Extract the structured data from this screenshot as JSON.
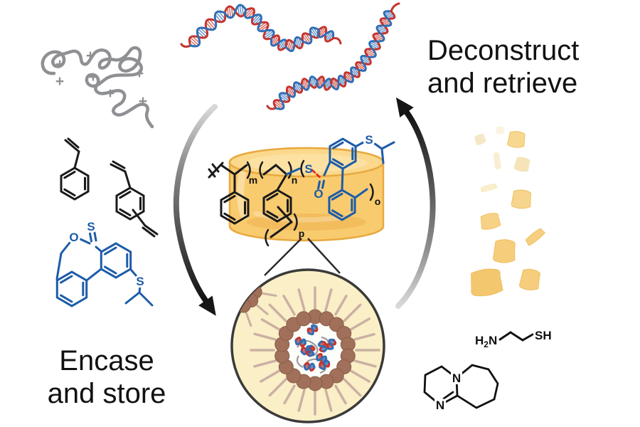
{
  "labels": {
    "encase_line1": "Encase",
    "encase_line2": "and store",
    "deconstruct_line1": "Deconstruct",
    "deconstruct_line2": "and retrieve"
  },
  "polymer": {
    "m": "m",
    "n": "n",
    "o": "o",
    "p": "p",
    "thioester_s": "S",
    "carbonyl_o": "O",
    "thioether_s": "S"
  },
  "monomer": {
    "thione_s": "S",
    "ring_o": "O",
    "thioether_s": "S"
  },
  "cysteamine": {
    "h": "H",
    "sub": "2",
    "n": "N",
    "thiol": "SH"
  },
  "dbu": {
    "n_top": "N",
    "n_bottom": "N"
  },
  "charges": {
    "symbol": "+"
  },
  "colors": {
    "structure_blue": "#1d5ca8",
    "cleavage_red": "#e02a1e",
    "polymer_gray": "#8f9093",
    "disk_amber": "#f9cb6f",
    "disk_border": "#e9a93f",
    "droplet_yellow": "#faefc6",
    "bead_brown": "#a1705a",
    "corona_tail": "#cbb0a4",
    "dna_red": "#c5342c",
    "dna_blue": "#2f6eb5",
    "ink_black": "#111111"
  }
}
